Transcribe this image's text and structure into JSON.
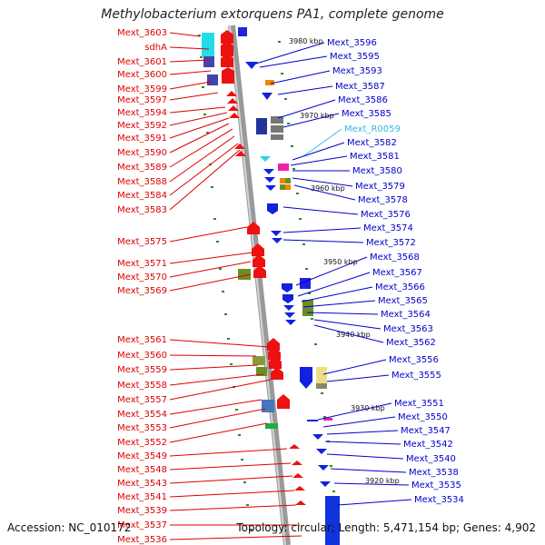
{
  "title": "Methylobacterium extorquens PA1, complete genome",
  "footer": {
    "accession": "Accession: NC_010172",
    "summary": "Topology: circular; Length: 5,471,154 bp; Genes: 4,902"
  },
  "colors": {
    "left_label": "#dd0000",
    "right_label": "#0000cc",
    "rna_label": "#33bbdd",
    "backbone": "#888888"
  },
  "ticks": [
    "3980 kbp",
    "3970 kbp",
    "3960 kbp",
    "3950 kbp",
    "3940 kbp",
    "3930 kbp",
    "3920 kbp"
  ],
  "left_genes": [
    "Mext_3603",
    "sdhA",
    "Mext_3601",
    "Mext_3600",
    "Mext_3599",
    "Mext_3597",
    "Mext_3594",
    "Mext_3592",
    "Mext_3591",
    "Mext_3590",
    "Mext_3589",
    "Mext_3588",
    "Mext_3584",
    "Mext_3583",
    "Mext_3575",
    "Mext_3571",
    "Mext_3570",
    "Mext_3569",
    "Mext_3561",
    "Mext_3560",
    "Mext_3559",
    "Mext_3558",
    "Mext_3557",
    "Mext_3554",
    "Mext_3553",
    "Mext_3552",
    "Mext_3549",
    "Mext_3548",
    "Mext_3543",
    "Mext_3541",
    "Mext_3539",
    "Mext_3537",
    "Mext_3536"
  ],
  "right_genes": [
    "Mext_3596",
    "Mext_3595",
    "Mext_3593",
    "Mext_3587",
    "Mext_3586",
    "Mext_3585",
    "Mext_R0059",
    "Mext_3582",
    "Mext_3581",
    "Mext_3580",
    "Mext_3579",
    "Mext_3578",
    "Mext_3576",
    "Mext_3574",
    "Mext_3572",
    "Mext_3568",
    "Mext_3567",
    "Mext_3566",
    "Mext_3565",
    "Mext_3564",
    "Mext_3563",
    "Mext_3562",
    "Mext_3556",
    "Mext_3555",
    "Mext_3551",
    "Mext_3550",
    "Mext_3547",
    "Mext_3542",
    "Mext_3540",
    "Mext_3538",
    "Mext_3535",
    "Mext_3534"
  ],
  "rna_genes": [
    "Mext_R0059"
  ]
}
